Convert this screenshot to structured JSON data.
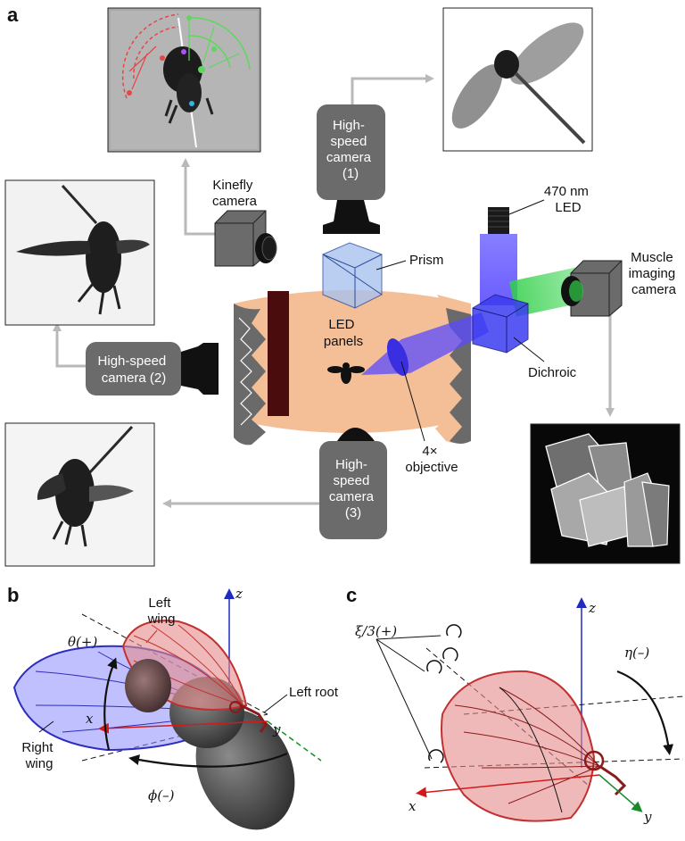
{
  "panels": {
    "a": "a",
    "b": "b",
    "c": "c"
  },
  "labels": {
    "kinefly_camera": [
      "Kinefly",
      "camera"
    ],
    "hs1": [
      "High-",
      "speed",
      "camera",
      "(1)"
    ],
    "hs2": [
      "High-speed",
      "camera (2)"
    ],
    "hs3": [
      "High-",
      "speed",
      "camera",
      "(3)"
    ],
    "prism": "Prism",
    "led_470": [
      "470 nm",
      "LED"
    ],
    "muscle_camera": [
      "Muscle",
      "imaging",
      "camera"
    ],
    "led_panels": [
      "LED",
      "panels"
    ],
    "dichroic": "Dichroic",
    "objective": [
      "4×",
      "objective"
    ]
  },
  "panel_b": {
    "left_wing": [
      "Left",
      "wing"
    ],
    "right_wing": [
      "Right",
      "wing"
    ],
    "left_root": "Left root",
    "theta": "θ(+)",
    "phi": "ϕ(–)",
    "x": "x",
    "y": "y",
    "z": "z"
  },
  "panel_c": {
    "xi": "ξ/3(+)",
    "eta": "η(–)",
    "x": "x",
    "y": "y",
    "z": "z"
  },
  "colors": {
    "camera_body": "#6b6b6b",
    "panel_orange": "#f4be97",
    "dark_stripe": "#4a0c0c",
    "blue_light": "#5a4bff",
    "green_light": "#37d24a",
    "red_wing": "#c23030",
    "blue_wing": "#2d2dbf",
    "arrow_grey": "#b9b9b9"
  }
}
